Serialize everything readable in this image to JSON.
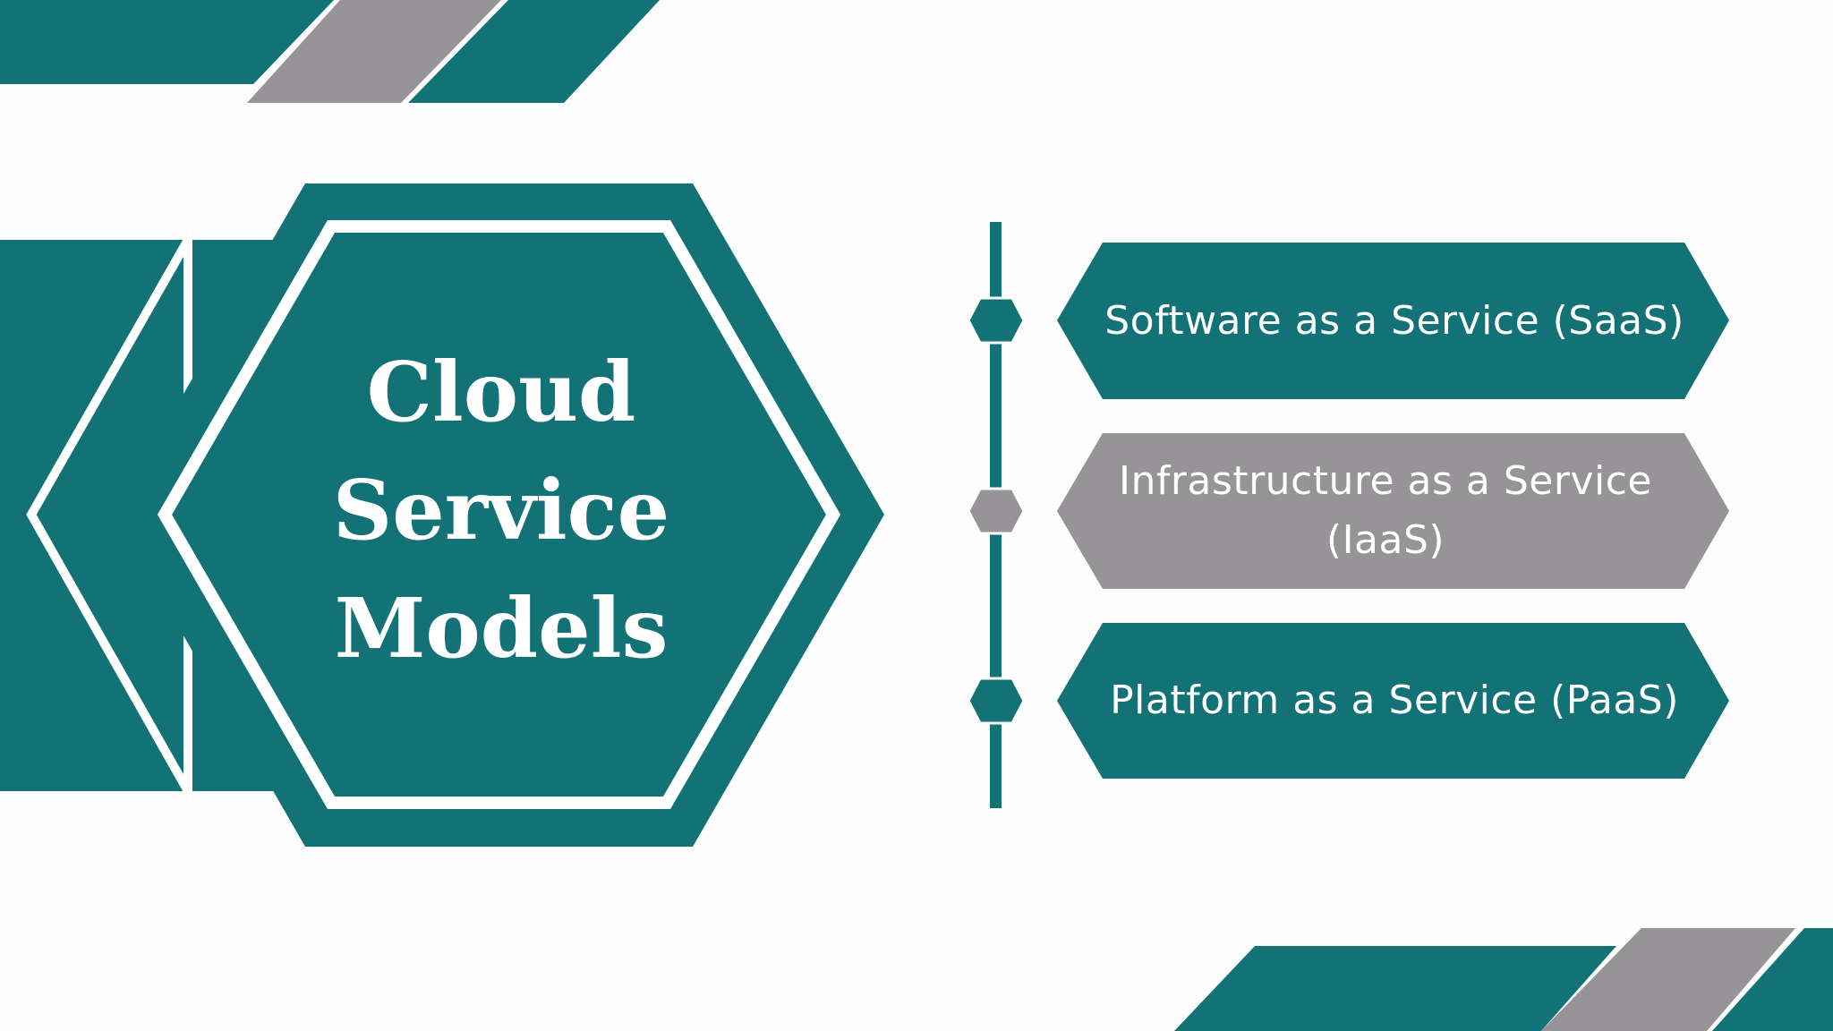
{
  "title": {
    "line1": "Cloud",
    "line2": "Service",
    "line3": "Models"
  },
  "items": [
    {
      "label": "Software as a Service (SaaS)",
      "color": "#127275"
    },
    {
      "label": "Infrastructure as a Service (IaaS)",
      "color": "#969496"
    },
    {
      "label": "Platform as a Service (PaaS)",
      "color": "#127275"
    }
  ],
  "colors": {
    "teal": "#127275",
    "gray": "#969496",
    "background": "#fdfdfd"
  }
}
